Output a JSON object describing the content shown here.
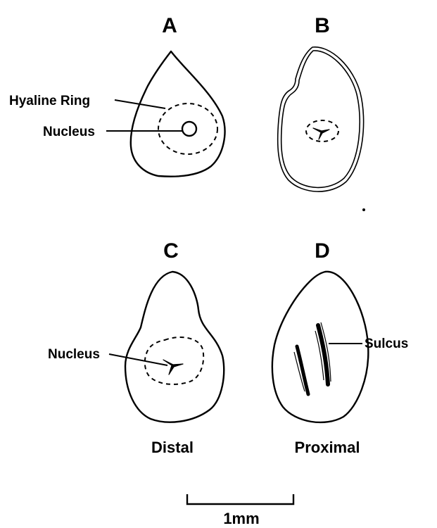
{
  "panels": {
    "a": {
      "letter": "A",
      "labels": {
        "hyaline_ring": "Hyaline Ring",
        "nucleus": "Nucleus"
      }
    },
    "b": {
      "letter": "B"
    },
    "c": {
      "letter": "C",
      "labels": {
        "nucleus": "Nucleus"
      },
      "caption": "Distal"
    },
    "d": {
      "letter": "D",
      "labels": {
        "sulcus": "Sulcus"
      },
      "caption": "Proximal"
    }
  },
  "scale_bar": {
    "label": "1mm"
  }
}
